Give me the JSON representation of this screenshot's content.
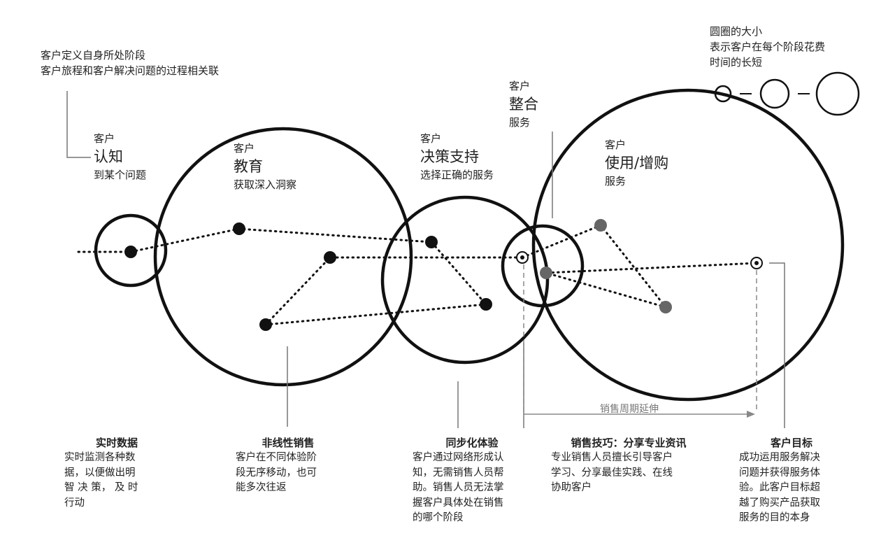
{
  "top_note": {
    "lines": [
      "客户定义自身所处阶段",
      "客户旅程和客户解决问题的过程相关联"
    ]
  },
  "legend": {
    "lines": [
      "圆圈的大小",
      "表示客户在每个阶段花费",
      "时间的长短"
    ]
  },
  "stages": {
    "awareness": {
      "prefix": "客户",
      "name": "认知",
      "desc": "到某个问题"
    },
    "education": {
      "prefix": "客户",
      "name": "教育",
      "desc": "获取深入洞察"
    },
    "decision": {
      "prefix": "客户",
      "name": "决策支持",
      "desc": "选择正确的服务"
    },
    "integration": {
      "prefix": "客户",
      "name": "整合",
      "desc": "服务"
    },
    "usage": {
      "prefix": "客户",
      "name": "使用/增购",
      "desc": "服务"
    }
  },
  "timeline_label": "销售周期延伸",
  "bottom": [
    {
      "title": "实时数据",
      "lines": [
        "实时监测各种数",
        "据，以便做出明",
        "智 决 策， 及 时",
        "行动"
      ]
    },
    {
      "title": "非线性销售",
      "lines": [
        "客户在不同体验阶",
        "段无序移动，也可",
        "能多次往返"
      ]
    },
    {
      "title": "同步化体验",
      "lines": [
        "客户通过网络形成认",
        "知，无需销售人员帮",
        "助。销售人员无法掌",
        "握客户具体处在销售",
        "的哪个阶段"
      ]
    },
    {
      "title": "销售技巧：分享专业资讯",
      "lines": [
        "专业销售人员擅长引导客户",
        "学习、分享最佳实践、在线",
        "协助客户"
      ]
    },
    {
      "title": "客户目标",
      "lines": [
        "成功运用服务解决",
        "问题并获得服务体",
        "验。此客户目标超",
        "越了购买产品获取",
        "服务的目的本身"
      ]
    }
  ],
  "colors": {
    "ink": "#111111",
    "grey_dot": "#666666",
    "text": "#222222",
    "rule": "#888888"
  }
}
